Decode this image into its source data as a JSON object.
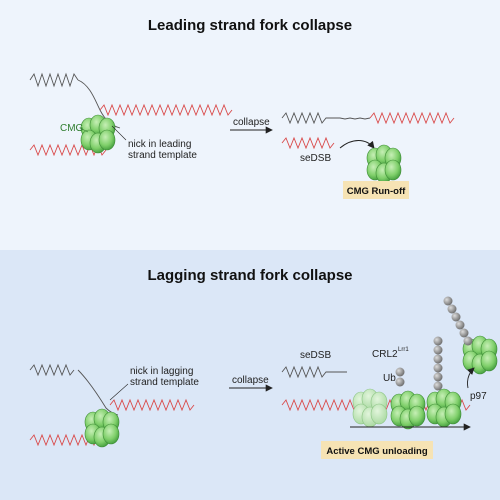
{
  "top": {
    "title": "Leading strand fork collapse",
    "label_cmg": "CMG",
    "label_nick_1": "nick in leading",
    "label_nick_2": "strand template",
    "label_collapse": "collapse",
    "label_sedsb": "seDSB",
    "box_label": "CMG Run-off"
  },
  "bottom": {
    "title": "Lagging strand fork collapse",
    "label_nick_1": "nick in lagging",
    "label_nick_2": "strand template",
    "label_collapse": "collapse",
    "label_sedsb": "seDSB",
    "label_crl2": "CRL2",
    "label_crl2_sup": "Lrr1",
    "label_ub": "Ub",
    "label_p97": "p97",
    "box_label": "Active CMG unloading"
  },
  "colors": {
    "panel_top": "#eef4fc",
    "panel_bottom": "#dbe7f7",
    "dna_red": "#d94a4a",
    "dna_gray": "#555555",
    "cmg_green": "#7fcf6a",
    "box_fill": "#f6e3b4"
  }
}
